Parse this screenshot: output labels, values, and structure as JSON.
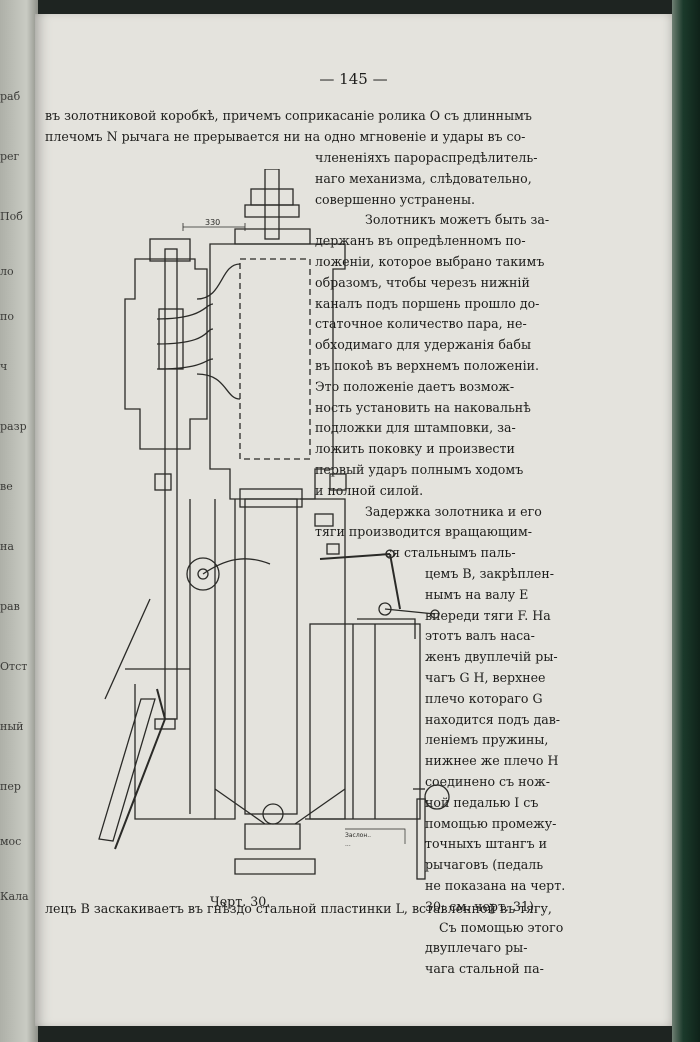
{
  "page_number": "— 145 —",
  "top_lines": [
    "въ золотниковой коробкѣ, причемъ соприкасаніе ролика O съ длиннымъ",
    "плечомъ N рычага не прерывается ни на одно мгновеніе и удары въ со-"
  ],
  "col1_lines": [
    "члененіяхъ парораспредѣлитель-",
    "наго механизма, слѣдовательно,",
    "совершенно устранены.",
    "Золотникъ можетъ быть за-",
    "держанъ въ опредѣленномъ по-",
    "ложеніи, которое выбрано такимъ",
    "образомъ, чтобы черезъ нижній",
    "каналъ подъ поршень прошло до-",
    "статочное количество пара, не-",
    "обходимаго для удержанія бабы",
    "въ покоѣ въ верхнемъ положеніи.",
    "Это положеніе даетъ возмож-",
    "ность установить на наковальнѣ",
    "подложки для штамповки, за-",
    "ложить поковку и произвести",
    "первый ударъ полнымъ ходомъ",
    "и полной силой.",
    "Задержка золотника и его",
    "тяги производится вращающим-",
    "ся стальнымъ паль-"
  ],
  "col2_lines": [
    "цемъ B, закрѣплен-",
    "нымъ на валу E",
    "впереди тяги F. На",
    "этотъ валъ наса-",
    "женъ двуплечій ры-",
    "чагъ G H, верхнее",
    "плечо котораго G",
    "находится подъ дав-",
    "леніемъ пружины,",
    "нижнее же плечо H",
    "соединено съ нож-",
    "ной педалью I съ",
    "помощью промежу-",
    "точныхъ штангъ и",
    "рычаговъ (педаль",
    "не показана на черт.",
    "30; см. черт. 31).",
    "Съ помощью этого",
    "двуплечаго ры-",
    "чага стальной па-"
  ],
  "bottom_line": "лецъ B заскакиваетъ въ гнѣздо стальной пластинки L, вставленной въ тягу,",
  "figure": {
    "caption": "Черт. 30.",
    "dimension_text": "330",
    "pedal_note_1": "Заслон..",
    "pedal_note_2": "..."
  },
  "left_page_fragments": [
    "раб",
    "рег",
    "Поб",
    "ло",
    "по",
    "ч",
    "разр",
    "ве",
    "на",
    "рав",
    "Отст",
    "ный",
    "пер",
    "мос",
    "Кала"
  ]
}
